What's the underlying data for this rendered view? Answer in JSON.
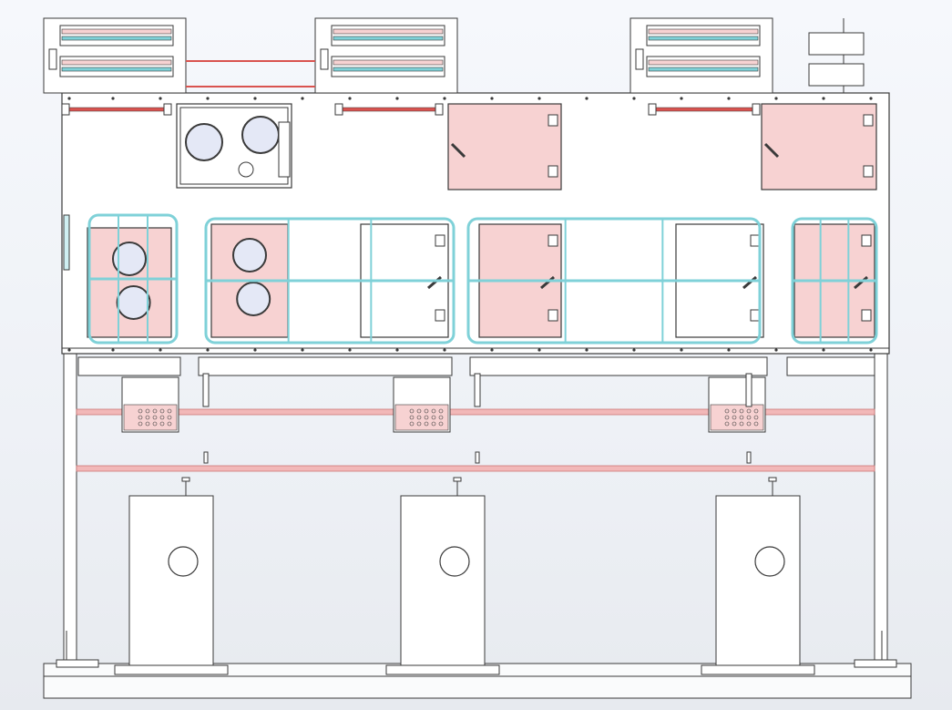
{
  "view": {
    "type": "CAD front elevation drawing",
    "background_gradient": [
      "#f6f8fc",
      "#e7eaef"
    ]
  },
  "colors": {
    "line": "#3a3a3a",
    "panel_fill": "#ffffff",
    "pink_panel": "#f7d2d2",
    "cyan_rail": "#7fd1d8",
    "cyan_fill": "#e6f7f9",
    "red_pipe": "#d9534f",
    "pink_pipe": "#f2b8b8",
    "viewport_fill": "#e4e8f6"
  },
  "drawing": {
    "top_units": [
      {
        "id": "left",
        "pipes": 2
      },
      {
        "id": "center",
        "pipes": 2
      },
      {
        "id": "right",
        "pipes": 2
      }
    ],
    "upper_compartments": [
      {
        "id": "u1",
        "kind": "viewport-door",
        "viewports": 2
      },
      {
        "id": "u2",
        "kind": "pink-door"
      },
      {
        "id": "u3",
        "kind": "pink-door"
      }
    ],
    "lower_compartments": [
      {
        "id": "l1",
        "kind": "pink-viewports",
        "viewports": 2
      },
      {
        "id": "l2",
        "kind": "pink-viewports",
        "viewports": 2
      },
      {
        "id": "l3",
        "kind": "plain-door"
      },
      {
        "id": "l4",
        "kind": "pink-door"
      },
      {
        "id": "l5",
        "kind": "plain-door"
      },
      {
        "id": "l6",
        "kind": "pink-door"
      }
    ],
    "control_boxes": 3,
    "pedestals": 3,
    "horizontal_pipes": 2,
    "side_legs": 2
  }
}
